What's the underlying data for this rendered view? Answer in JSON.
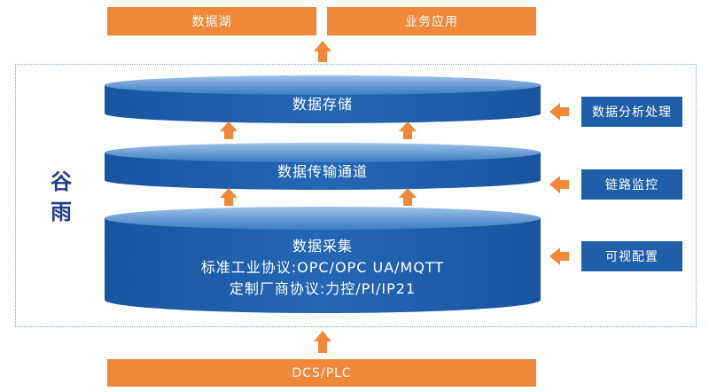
{
  "top_boxes": [
    "数据湖",
    "业务应用"
  ],
  "bottom_box": "DCS/PLC",
  "side_title": [
    "谷",
    "雨"
  ],
  "layers": {
    "storage": "数据存储",
    "transport": "数据传输通道",
    "collect": {
      "title": "数据采集",
      "line1": "标准工业协议:OPC/OPC UA/MQTT",
      "line2": "定制厂商协议:力控/PI/IP21"
    }
  },
  "side_boxes": [
    "数据分析处理",
    "链路监控",
    "可视配置"
  ],
  "colors": {
    "orange": "#f0883a",
    "blue": "#1f5ea8",
    "frame": "#7aa0c8",
    "title": "#1f3d8a"
  }
}
